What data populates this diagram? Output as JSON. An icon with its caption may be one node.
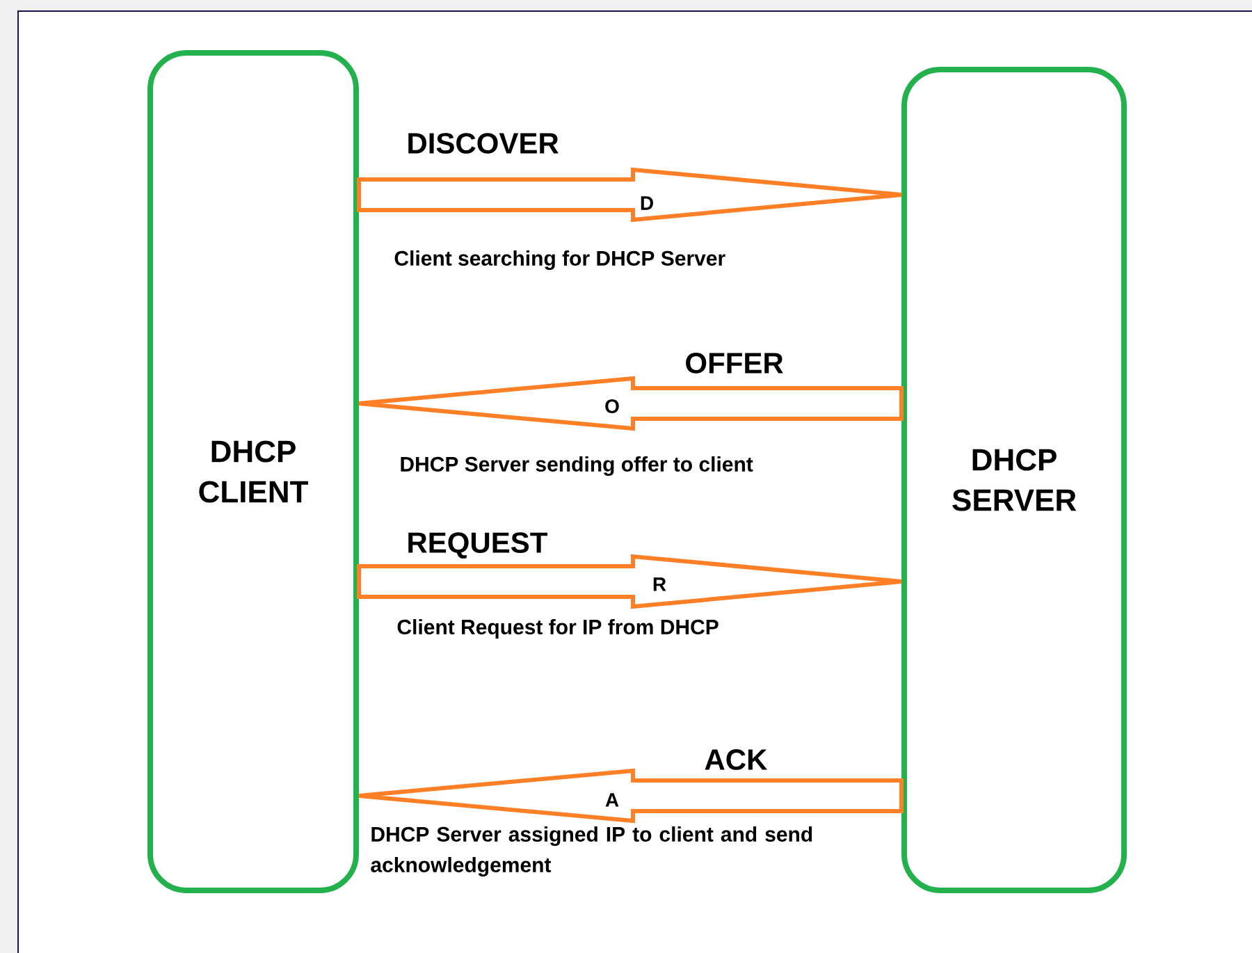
{
  "diagram": {
    "nodes": [
      {
        "text": [
          "DHCP CLIENT"
        ]
      },
      {
        "text": [
          "DHCP SERVER"
        ]
      }
    ],
    "edges": [
      {
        "from": 0,
        "to": 1,
        "arrow": "to",
        "label": "D"
      },
      {
        "from": 1,
        "to": 0,
        "arrow": "to",
        "label": "O"
      },
      {
        "from": 0,
        "to": 1,
        "arrow": "to",
        "label": "R"
      },
      {
        "from": 1,
        "to": 0,
        "arrow": "to",
        "label": "A"
      }
    ],
    "labels": [
      "DISCOVER",
      "Client searching for DHCP Server",
      "OFFER",
      "DHCP Server sending offer to client",
      "REQUEST",
      "Client Request for IP from DHCP",
      "ACK",
      "DHCP Server assigned IP to client and send acknowledgement"
    ]
  }
}
